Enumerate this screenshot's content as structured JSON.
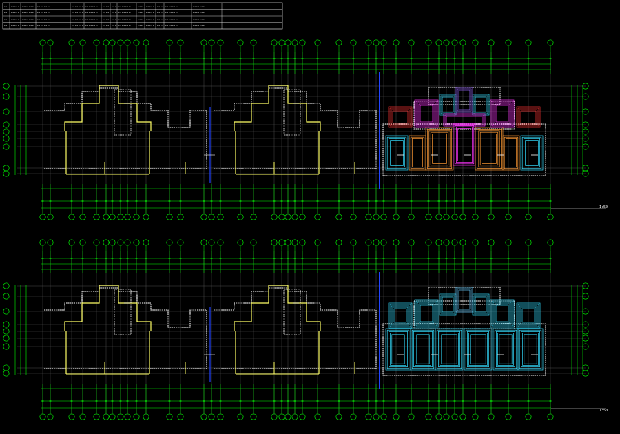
{
  "colors": {
    "background": "#000000",
    "axis_line": "#00ff00",
    "axis_bubble": "#00ff00",
    "wall": "#ffff66",
    "outline": "#ffffff",
    "grid": "#6e6e6e",
    "blue_line": "#2244ff",
    "heating_magenta": "#ff33ff",
    "heating_red": "#ff3333",
    "heating_cyan": "#33ddff",
    "heating_orange": "#ff9933"
  },
  "legend_table": {
    "header": [
      "",
      "",
      "",
      "",
      "",
      "",
      "",
      "",
      "",
      "",
      "",
      "",
      ""
    ],
    "rows": [
      [
        "",
        "",
        "",
        "",
        "",
        "",
        "",
        "",
        "",
        "",
        "",
        "",
        ""
      ],
      [
        "",
        "",
        "",
        "",
        "",
        "",
        "",
        "",
        "",
        "",
        "",
        "",
        ""
      ],
      [
        "",
        "",
        "",
        "",
        "",
        "",
        "",
        "",
        "",
        "",
        "",
        "",
        ""
      ]
    ]
  },
  "plans": [
    {
      "id": "upper",
      "title": "",
      "scale": "1:50",
      "right_wing_style": "colored"
    },
    {
      "id": "lower",
      "title": "",
      "scale": "1:50",
      "right_wing_style": "cyan"
    }
  ]
}
